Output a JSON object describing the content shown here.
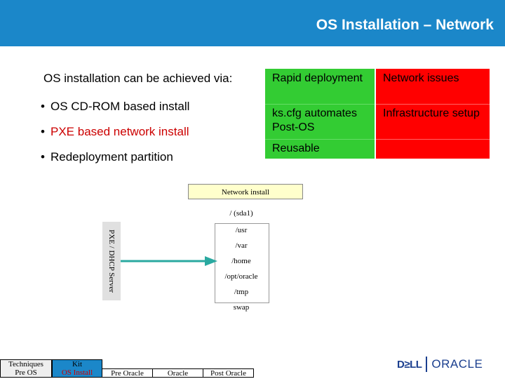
{
  "header": {
    "title": "OS Installation – Network"
  },
  "intro": "OS installation can be achieved via:",
  "bullets": [
    "OS CD-ROM based install",
    "PXE based network install",
    "Redeployment partition"
  ],
  "comparison": {
    "green": [
      "Rapid deployment",
      "ks.cfg automates Post-OS",
      "Reusable"
    ],
    "red": [
      "Network issues",
      "Infrastructure setup",
      ""
    ]
  },
  "diagram": {
    "network_install": "Network install",
    "server": "PXE / DHCP Server",
    "partitions": [
      "/ (sda1)",
      "/usr",
      "/var",
      "/home",
      "/opt/oracle",
      "/tmp",
      "swap"
    ]
  },
  "nav": {
    "techniques": "Techniques",
    "pre_os": "Pre OS",
    "kit": "Kit",
    "os_install": "OS Install",
    "pre_oracle": "Pre Oracle",
    "oracle": "Oracle",
    "post_oracle": "Post Oracle"
  },
  "logo": {
    "dell": "D≥LL",
    "oracle": "ORACLE"
  },
  "colors": {
    "header": "#1b87c9",
    "green": "#33cc33",
    "red": "#ff0000",
    "network_box": "#ffffcc"
  },
  "icons": {
    "arrow": "arrow-right-icon"
  }
}
